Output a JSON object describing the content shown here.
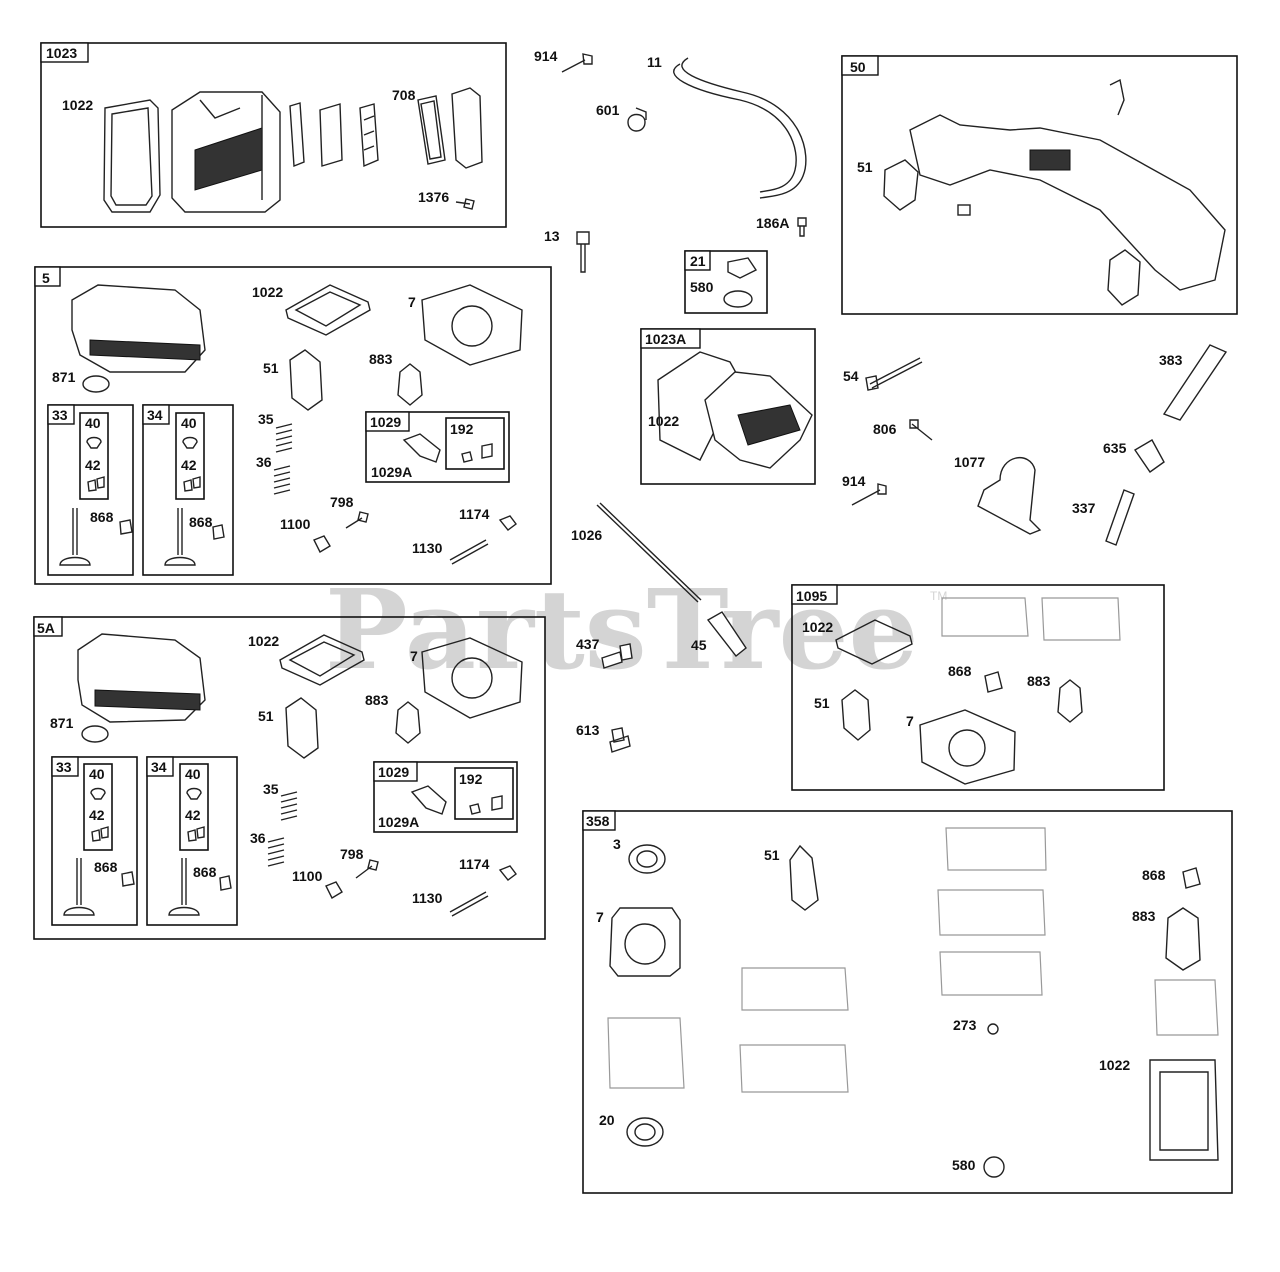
{
  "watermark": "PartsTree",
  "watermark_tm": "TM",
  "groups": {
    "g1023": "1023",
    "g5": "5",
    "g5a": "5A",
    "g50": "50",
    "g21": "21",
    "g1023a": "1023A",
    "g1095": "1095",
    "g358": "358",
    "g33a": "33",
    "g34a": "34",
    "g33b": "33",
    "g34b": "34",
    "g40": "40",
    "g42": "42",
    "g1029": "1029",
    "g192": "192"
  },
  "labels": {
    "p1022": "1022",
    "p708": "708",
    "p1376": "1376",
    "p914": "914",
    "p11": "11",
    "p601": "601",
    "p13": "13",
    "p186a": "186A",
    "p580": "580",
    "p51": "51",
    "p7": "7",
    "p871": "871",
    "p883": "883",
    "p35": "35",
    "p36": "36",
    "p1029a": "1029A",
    "p798": "798",
    "p1100": "1100",
    "p1174": "1174",
    "p1130": "1130",
    "p868": "868",
    "p1026": "1026",
    "p437": "437",
    "p45": "45",
    "p613": "613",
    "p54": "54",
    "p806": "806",
    "p1077": "1077",
    "p383": "383",
    "p635": "635",
    "p337": "337",
    "p3": "3",
    "p20": "20",
    "p273": "273"
  }
}
